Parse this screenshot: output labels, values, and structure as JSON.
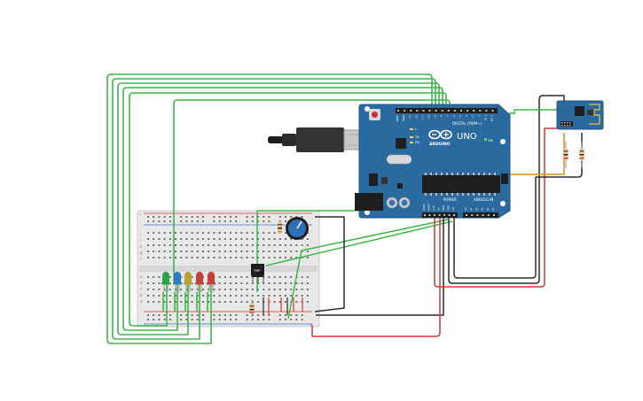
{
  "arduino": {
    "model": "UNO",
    "brand": "ARDUINO",
    "digital_label": "DIGITAL (PWM~)",
    "power_label": "POWER",
    "analog_label": "ANALOG IN",
    "tx_label": "TX",
    "rx_label": "RX",
    "l_label": "L",
    "on_label": "ON",
    "digital_pins": [
      "AREF",
      "GND",
      "13",
      "12",
      "~11",
      "~10",
      "~9",
      "8",
      "7",
      "~6",
      "~5",
      "4",
      "~3",
      "2",
      "TX 1",
      "RX 0"
    ],
    "power_pins": [
      "IOREF",
      "RESET",
      "3.3V",
      "5V",
      "GND",
      "GND",
      "Vin"
    ],
    "analog_pins": [
      "A0",
      "A1",
      "A2",
      "A3",
      "A4",
      "A5"
    ]
  },
  "sensor": {
    "label": "TMP"
  },
  "breadboard": {
    "row_letters_top": [
      "j",
      "i",
      "h",
      "g",
      "f"
    ],
    "row_letters_bottom": [
      "e",
      "d",
      "c",
      "b",
      "a"
    ],
    "rail_minus": "-",
    "rail_plus": "+"
  },
  "colors": {
    "board": "#2b6a9e",
    "wire_green": "#3fb548",
    "wire_red": "#d93636",
    "wire_black": "#2a2a2a",
    "wire_orange": "#e08a1e",
    "led_colors": [
      "#27a34a",
      "#2f78c4",
      "#b9a233",
      "#c1423b",
      "#c1423b",
      "#b58b3a"
    ]
  }
}
